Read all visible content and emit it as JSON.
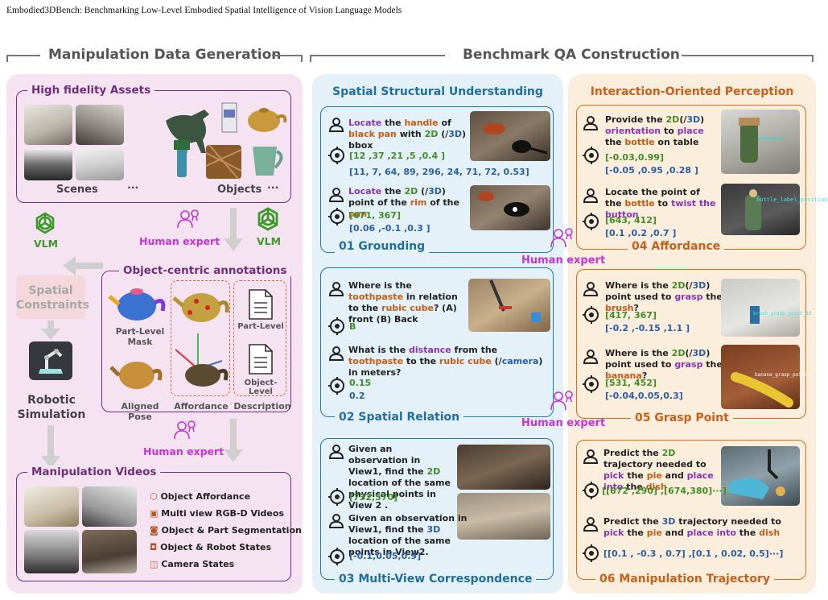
{
  "paper_header": "Embodied3DBench: Benchmarking Low-Level Embodied Spatial Intelligence of Vision Language Models",
  "sections": {
    "left": "Manipulation Data Generation",
    "right": "Benchmark QA Construction"
  },
  "left": {
    "assets_title": "High fidelity Assets",
    "scenes_label": "Scenes",
    "objects_label": "Objects",
    "ellipsis": "...",
    "vlm": "VLM",
    "human_expert": "Human expert",
    "spatial_constraints": "Spatial Constraints",
    "robotic_simulation": "Robotic Simulation",
    "annotations_title": "Object-centric annotations",
    "annot": {
      "part_level_mask": "Part-Level Mask",
      "aligned_pose": "Aligned Pose",
      "affordance": "Affordance",
      "description": "Description",
      "part_level": "Part-Level",
      "object_level": "Object-Level"
    },
    "videos_title": "Manipulation Videos",
    "video_items": [
      "Object Affordance",
      "Multi view RGB-D Videos",
      "Object & Part Segmentation",
      "Object & Robot States",
      "Camera States"
    ]
  },
  "spatial": {
    "title": "Spatial Structural Understanding",
    "grounding": {
      "title": "01 Grounding",
      "q1": [
        "Locate",
        " the ",
        "handle",
        " of ",
        "black pan",
        " with ",
        "2D",
        " (/",
        "3D",
        ") bbox"
      ],
      "a1_2d": "[12 ,37 ,21 ,5 ,0.4 ]",
      "a1_3d": "[11, 7, 64, 89, 296, 24, 71, 72, 0.53]",
      "q2": [
        "Locate",
        " the ",
        "2D",
        " (/",
        "3D",
        ") point of the ",
        "rim",
        " of the ",
        "pan"
      ],
      "a2_2d": "[671, 367]",
      "a2_3d": "[0.06 ,-0.1 ,0.3 ]"
    },
    "relation": {
      "title": "02 Spatial Relation",
      "q1": [
        "Where is the ",
        "toothpaste",
        " in relation to the ",
        "rubic cube",
        "? (A) front (B) Back"
      ],
      "a1": "B",
      "q2": [
        "What is the ",
        "distance",
        " from the ",
        "toothpaste",
        " to the ",
        "rubic cube",
        " (/",
        "camera",
        ") in meters?"
      ],
      "a2_2d": "0.15",
      "a2_3d": "0.2"
    },
    "multiview": {
      "title": "03 Multi-View Correspondence",
      "q1": [
        "Given an observation in View1, find the ",
        "2D",
        " location of the same physical points in View 2 ."
      ],
      "a1": "[732,570]",
      "q2": [
        "Given an observation in View1, find the ",
        "3D",
        " location of the same points in View2."
      ],
      "a2": "[-0.1,0.05,0.9]"
    }
  },
  "interaction": {
    "title": "Interaction-Oriented Perception",
    "affordance": {
      "title": "04 Affordance",
      "q1": [
        "Provide the ",
        "2D",
        "(/",
        "3D",
        ") ",
        "orientation",
        " to ",
        "place",
        " the ",
        "bottle",
        " on table"
      ],
      "a1_2d": "[-0.03,0.99]",
      "a1_3d": "[-0.05 ,0.95 ,0.28 ]",
      "q2": [
        "Locate the point of the ",
        "bottle",
        " to ",
        "twist the button"
      ],
      "a2_2d": "[643, 412]",
      "a2_3d": "[0.1 ,0.2 ,0.7 ]",
      "img_tag": "bottle_label_position"
    },
    "grasp": {
      "title": "05 Grasp Point",
      "q1": [
        "Where is the ",
        "2D",
        "(/",
        "3D",
        ") point used to ",
        "grasp",
        " the ",
        "brush",
        "?"
      ],
      "a1_2d": "[417, 367]",
      "a1_3d": "[-0.2 ,-0.15 ,1.1 ]",
      "q2": [
        "Where is the ",
        "2D",
        "(/",
        "3D",
        ") point used to ",
        "grasp",
        " the ",
        "banana",
        "?"
      ],
      "a2_2d": "[531, 452]",
      "a2_3d": "[-0.04,0.05,0.3]",
      "img_tag1": "brush_grasp_point_3d",
      "img_tag2": "banana_grasp_point"
    },
    "trajectory": {
      "title": "06 Manipulation Trajectory",
      "q1": [
        "Predict the ",
        "2D",
        " trajectory needed to ",
        "pick",
        " the ",
        "pie",
        " and ",
        "place into",
        " the ",
        "dish"
      ],
      "a1": "[[672 ,290] ,[674,380]···]",
      "q2": [
        "Predict the ",
        "3D",
        " trajectory needed to ",
        "pick",
        " the ",
        "pie",
        " and ",
        "place into",
        " the ",
        "dish"
      ],
      "a2": "[[0.1 , -0.3 , 0.7] ,[0.1 , 0.02, 0.5]···]"
    }
  },
  "mid_human_expert": "Human expert",
  "colors": {
    "left_bg": "#f6e3f2",
    "spatial_bg": "#e4f1f8",
    "interaction_bg": "#fbeedd",
    "purple_border": "#6d2f7c",
    "teal_border": "#1f7ba0",
    "orange_border": "#d06d1e",
    "text_green": "#3f8f25",
    "text_blue": "#2b5ea8",
    "text_orange": "#c45c16",
    "text_purple": "#8a35b5",
    "human_expert": "#c733d6"
  }
}
